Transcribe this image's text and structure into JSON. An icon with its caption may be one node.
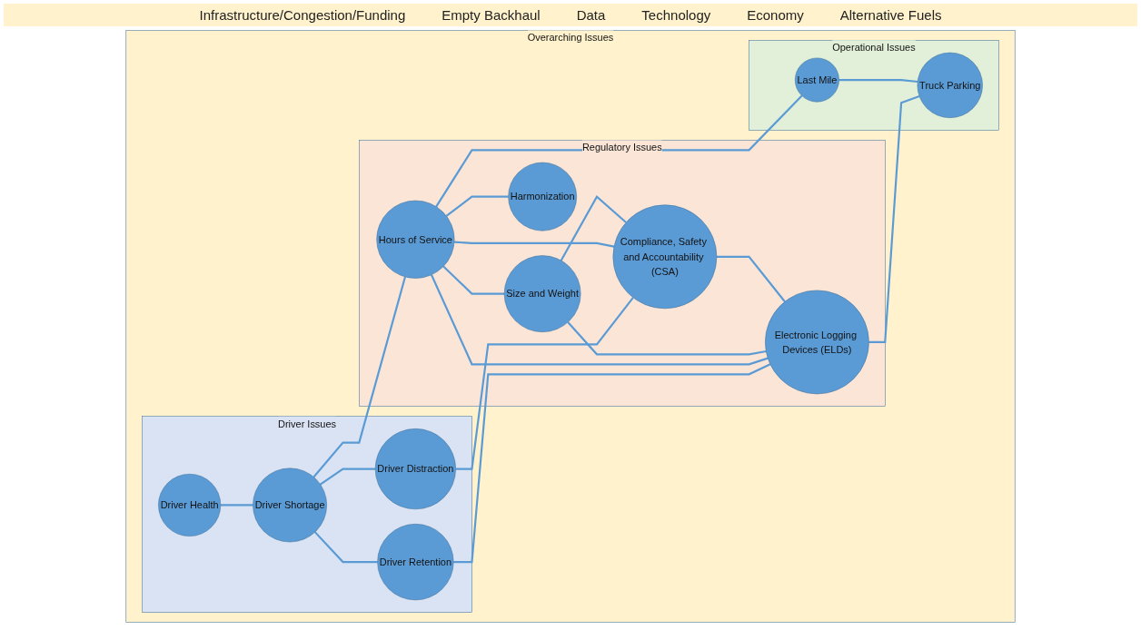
{
  "diagram": {
    "nodes": [
      {
        "text": [
          "Overarching Issues"
        ]
      },
      {
        "text": [
          "Driver Issues"
        ],
        "in": 0
      },
      {
        "text": [
          "Driver Health"
        ],
        "in": 1
      },
      {
        "text": [
          "Driver Shortage"
        ],
        "in": 1
      },
      {
        "text": [
          "Driver Distraction"
        ],
        "in": 1
      },
      {
        "text": [
          "Driver Retention"
        ],
        "in": 1
      },
      {
        "text": [
          "Regulatory Issues"
        ],
        "in": 0
      },
      {
        "text": [
          "Hours of Service"
        ],
        "in": 6
      },
      {
        "text": [
          "Size and Weight"
        ],
        "in": 6
      },
      {
        "text": [
          "Harmonization"
        ],
        "in": 6
      },
      {
        "text": [
          "Compliance, Safety and Accountability (CSA)"
        ],
        "in": 6
      },
      {
        "text": [
          "Electronic Logging Devices (ELDs)"
        ],
        "in": 6
      },
      {
        "text": [
          "Operational Issues"
        ],
        "in": 0
      },
      {
        "text": [
          "Last Mile"
        ],
        "in": 12
      },
      {
        "text": [
          "Truck Parking"
        ],
        "in": 12
      }
    ],
    "edges": [
      {
        "from": 2,
        "to": 3,
        "arrow": "none"
      },
      {
        "from": 3,
        "to": 7,
        "arrow": "none"
      },
      {
        "from": 3,
        "to": 4,
        "arrow": "none"
      },
      {
        "from": 3,
        "to": 5,
        "arrow": "none"
      },
      {
        "from": 4,
        "to": 10,
        "arrow": "none"
      },
      {
        "from": 5,
        "to": 11,
        "arrow": "none"
      },
      {
        "from": 7,
        "to": 8,
        "arrow": "none"
      },
      {
        "from": 7,
        "to": 10,
        "arrow": "none"
      },
      {
        "from": 7,
        "to": 9,
        "arrow": "none"
      },
      {
        "from": 7,
        "to": 11,
        "arrow": "none"
      },
      {
        "from": 7,
        "to": 13,
        "arrow": "none"
      },
      {
        "from": 8,
        "to": 10,
        "arrow": "none"
      },
      {
        "from": 8,
        "to": 11,
        "arrow": "none"
      },
      {
        "from": 10,
        "to": 11,
        "arrow": "none"
      },
      {
        "from": 11,
        "to": 14,
        "arrow": "none"
      },
      {
        "from": 13,
        "to": 14,
        "arrow": "none"
      }
    ],
    "labels": [
      "Infrastructure/Congestion/Funding",
      "Empty Backhaul",
      "Data",
      "Technology",
      "Economy",
      "Alternative Fuels"
    ]
  }
}
